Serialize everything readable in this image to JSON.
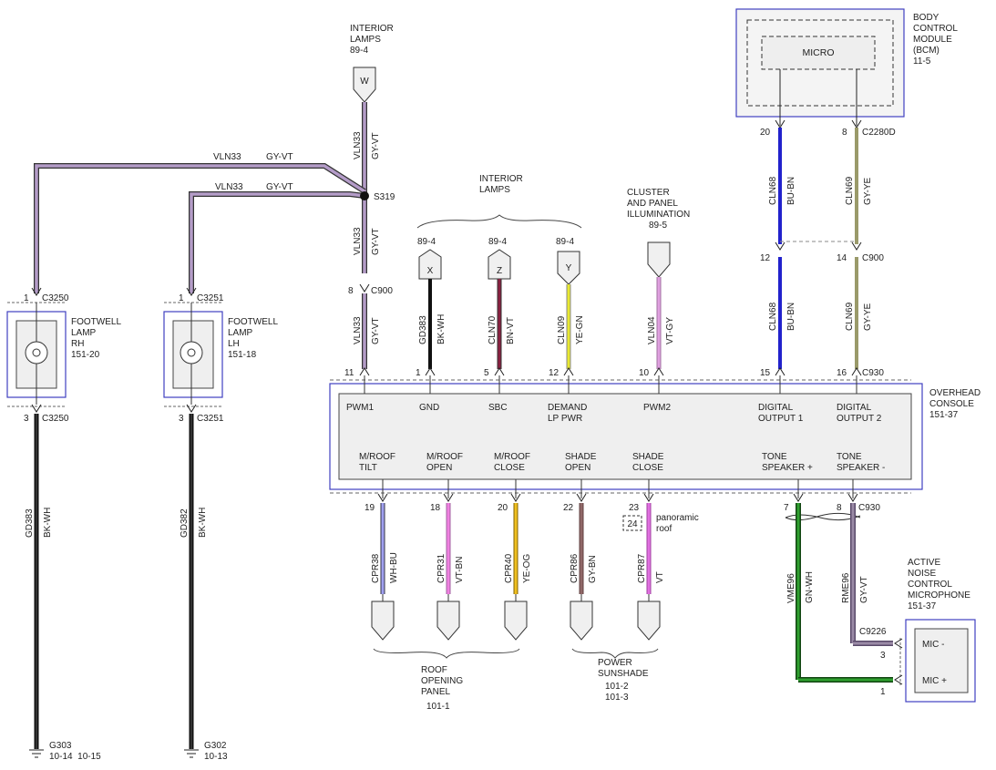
{
  "colors": {
    "gy_vt": "#9a8aa6",
    "bu_bn": "#2222cc",
    "gy_ye": "#9a9a6a",
    "bk_wh": "#111111",
    "bn_vt": "#8a2040",
    "ye_gn": "#e8e830",
    "vt_gy": "#d080d0",
    "wh_bu": "#8080e8",
    "vt_bn": "#e070d0",
    "ye_og": "#f0c020",
    "gy_bn": "#806060",
    "vt": "#d050d0",
    "gn_wh": "#208020",
    "module_border": "#4040c0",
    "module_fill": "#f0f0f0"
  },
  "top_right": {
    "bcm": {
      "lines": [
        "BODY",
        "CONTROL",
        "MODULE",
        "(BCM)",
        "11-5"
      ],
      "micro": "MICRO"
    },
    "bcm_connector": "C2280D",
    "bcm_pins": [
      "20",
      "8"
    ],
    "c900_pins": [
      "12",
      "14"
    ],
    "c900_label": "C900"
  },
  "interior_lamps_top": {
    "lines": [
      "INTERIOR",
      "LAMPS",
      "89-4"
    ],
    "letter": "W"
  },
  "interior_lamps_mid": {
    "lines": [
      "INTERIOR",
      "LAMPS"
    ]
  },
  "cluster": {
    "lines": [
      "CLUSTER",
      "AND PANEL",
      "ILLUMINATION",
      "89-5"
    ]
  },
  "splice": "S319",
  "arrows": [
    {
      "letter": "X",
      "ref": "89-4"
    },
    {
      "letter": "Z",
      "ref": "89-4"
    },
    {
      "letter": "Y",
      "ref": "89-4"
    }
  ],
  "wires": {
    "top_h1": {
      "circuit": "VLN33",
      "color": "GY-VT"
    },
    "top_h2": {
      "circuit": "VLN33",
      "color": "GY-VT"
    },
    "w_in_top": {
      "circuit": "VLN33",
      "color": "GY-VT"
    },
    "w_s319_c900": {
      "circuit": "VLN33",
      "color": "GY-VT"
    },
    "w_c900_oc": {
      "circuit": "VLN33",
      "color": "GY-VT"
    },
    "gd383": {
      "circuit": "GD383",
      "color": "BK-WH"
    },
    "cln70": {
      "circuit": "CLN70",
      "color": "BN-VT"
    },
    "cln09": {
      "circuit": "CLN09",
      "color": "YE-GN"
    },
    "vln04": {
      "circuit": "VLN04",
      "color": "VT-GY"
    },
    "cln68a": {
      "circuit": "CLN68",
      "color": "BU-BN"
    },
    "cln69a": {
      "circuit": "CLN69",
      "color": "GY-YE"
    },
    "cln68b": {
      "circuit": "CLN68",
      "color": "BU-BN"
    },
    "cln69b": {
      "circuit": "CLN69",
      "color": "GY-YE"
    },
    "gd383_rh": {
      "circuit": "GD383",
      "color": "BK-WH"
    },
    "gd382_lh": {
      "circuit": "GD382",
      "color": "BK-WH"
    },
    "cpr38": {
      "circuit": "CPR38",
      "color": "WH-BU"
    },
    "cpr31": {
      "circuit": "CPR31",
      "color": "VT-BN"
    },
    "cpr40": {
      "circuit": "CPR40",
      "color": "YE-OG"
    },
    "cpr86": {
      "circuit": "CPR86",
      "color": "GY-BN"
    },
    "cpr87": {
      "circuit": "CPR87",
      "color": "VT"
    },
    "vme96": {
      "circuit": "VME96",
      "color": "GN-WH"
    },
    "rme96": {
      "circuit": "RME96",
      "color": "GY-VT"
    }
  },
  "footwell_rh": {
    "lines": [
      "FOOTWELL",
      "LAMP",
      "RH",
      "151-20"
    ],
    "connector": "C3250",
    "pin_top": "1",
    "pin_bot": "3"
  },
  "footwell_lh": {
    "lines": [
      "FOOTWELL",
      "LAMP",
      "LH",
      "151-18"
    ],
    "connector": "C3251",
    "pin_top": "1",
    "pin_bot": "3"
  },
  "c900_left": {
    "pin": "8",
    "label": "C900"
  },
  "overhead_console": {
    "lines": [
      "OVERHEAD",
      "CONSOLE",
      "151-37"
    ],
    "top_pins": [
      "11",
      "1",
      "5",
      "12",
      "10",
      "15",
      "16"
    ],
    "top_connector": "C930",
    "top_labels": [
      [
        "PWM1"
      ],
      [
        "GND"
      ],
      [
        "SBC"
      ],
      [
        "DEMAND",
        "LP PWR"
      ],
      [
        "PWM2"
      ],
      [
        "DIGITAL",
        "OUTPUT 1"
      ],
      [
        "DIGITAL",
        "OUTPUT 2"
      ]
    ],
    "bottom_labels": [
      [
        "M/ROOF",
        "TILT"
      ],
      [
        "M/ROOF",
        "OPEN"
      ],
      [
        "M/ROOF",
        "CLOSE"
      ],
      [
        "SHADE",
        "OPEN"
      ],
      [
        "SHADE",
        "CLOSE"
      ],
      [
        "TONE",
        "SPEAKER +"
      ],
      [
        "TONE",
        "SPEAKER -"
      ]
    ],
    "bottom_pins": [
      "19",
      "18",
      "20",
      "22",
      "23",
      "7",
      "8"
    ],
    "bottom_connector": "C930"
  },
  "panoramic": {
    "pin": "24",
    "lines": [
      "panoramic",
      "roof"
    ]
  },
  "roof_panel": {
    "lines": [
      "ROOF",
      "OPENING",
      "PANEL",
      "101-1"
    ]
  },
  "sunshade": {
    "lines": [
      "POWER",
      "SUNSHADE",
      "101-2",
      "101-3"
    ]
  },
  "anc_mic": {
    "lines": [
      "ACTIVE",
      "NOISE",
      "CONTROL",
      "MICROPHONE",
      "151-37"
    ],
    "connector": "C9226",
    "pins": [
      "3",
      "1"
    ],
    "mic_minus": "MIC -",
    "mic_plus": "MIC +"
  },
  "grounds": {
    "g303": {
      "name": "G303",
      "refs": "10-14  10-15"
    },
    "g302": {
      "name": "G302",
      "refs": "10-13"
    }
  }
}
